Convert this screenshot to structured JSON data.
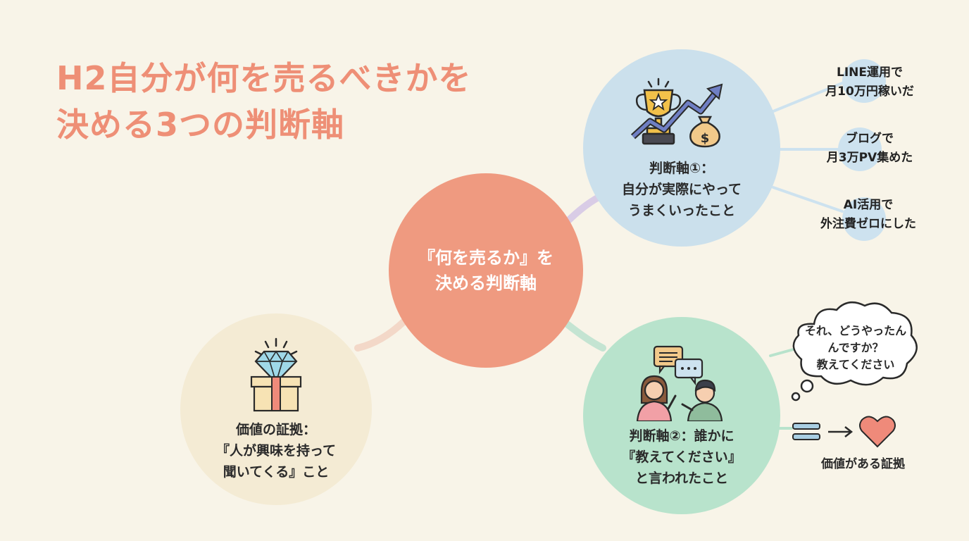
{
  "title": {
    "line1": "H2自分が何を売るべきかを",
    "line2": "決める3つの判断軸"
  },
  "center": {
    "line1": "『何を売るか』を",
    "line2": "決める判断軸"
  },
  "axis1": {
    "line1": "判断軸①：",
    "line2": "自分が実際にやって",
    "line3": "うまくいったこと",
    "examples": [
      {
        "line1": "LINE運用で",
        "line2": "月10万円稼いだ"
      },
      {
        "line1": "ブログで",
        "line2": "月3万PV集めた"
      },
      {
        "line1": "AI活用で",
        "line2": "外注費ゼロにした"
      }
    ]
  },
  "axis2": {
    "line1": "判断軸②：誰かに",
    "line2": "『教えてください』",
    "line3": "と言われたこと",
    "thought": {
      "line1": "それ、どうやったん",
      "line2": "んですか？",
      "line3": "教えてください"
    },
    "evidence": "価値がある証拠"
  },
  "proof": {
    "line1": "価値の証拠：",
    "line2": "『人が興味を持って",
    "line3": "聞いてくる』こと"
  },
  "colors": {
    "title": "#ee8f76",
    "center": "#ef9a80",
    "axis1": "#cbe0ec",
    "axis2": "#b8e3cc",
    "proof": "#f4ebd4",
    "background": "#f8f4e8"
  },
  "icons": [
    "trophy-icon",
    "growth-arrow-icon",
    "money-bag-icon",
    "diamond-icon",
    "gift-box-icon",
    "chat-bubbles-icon",
    "people-icon",
    "thought-cloud-icon",
    "equals-icon",
    "arrow-right-icon",
    "heart-icon"
  ]
}
